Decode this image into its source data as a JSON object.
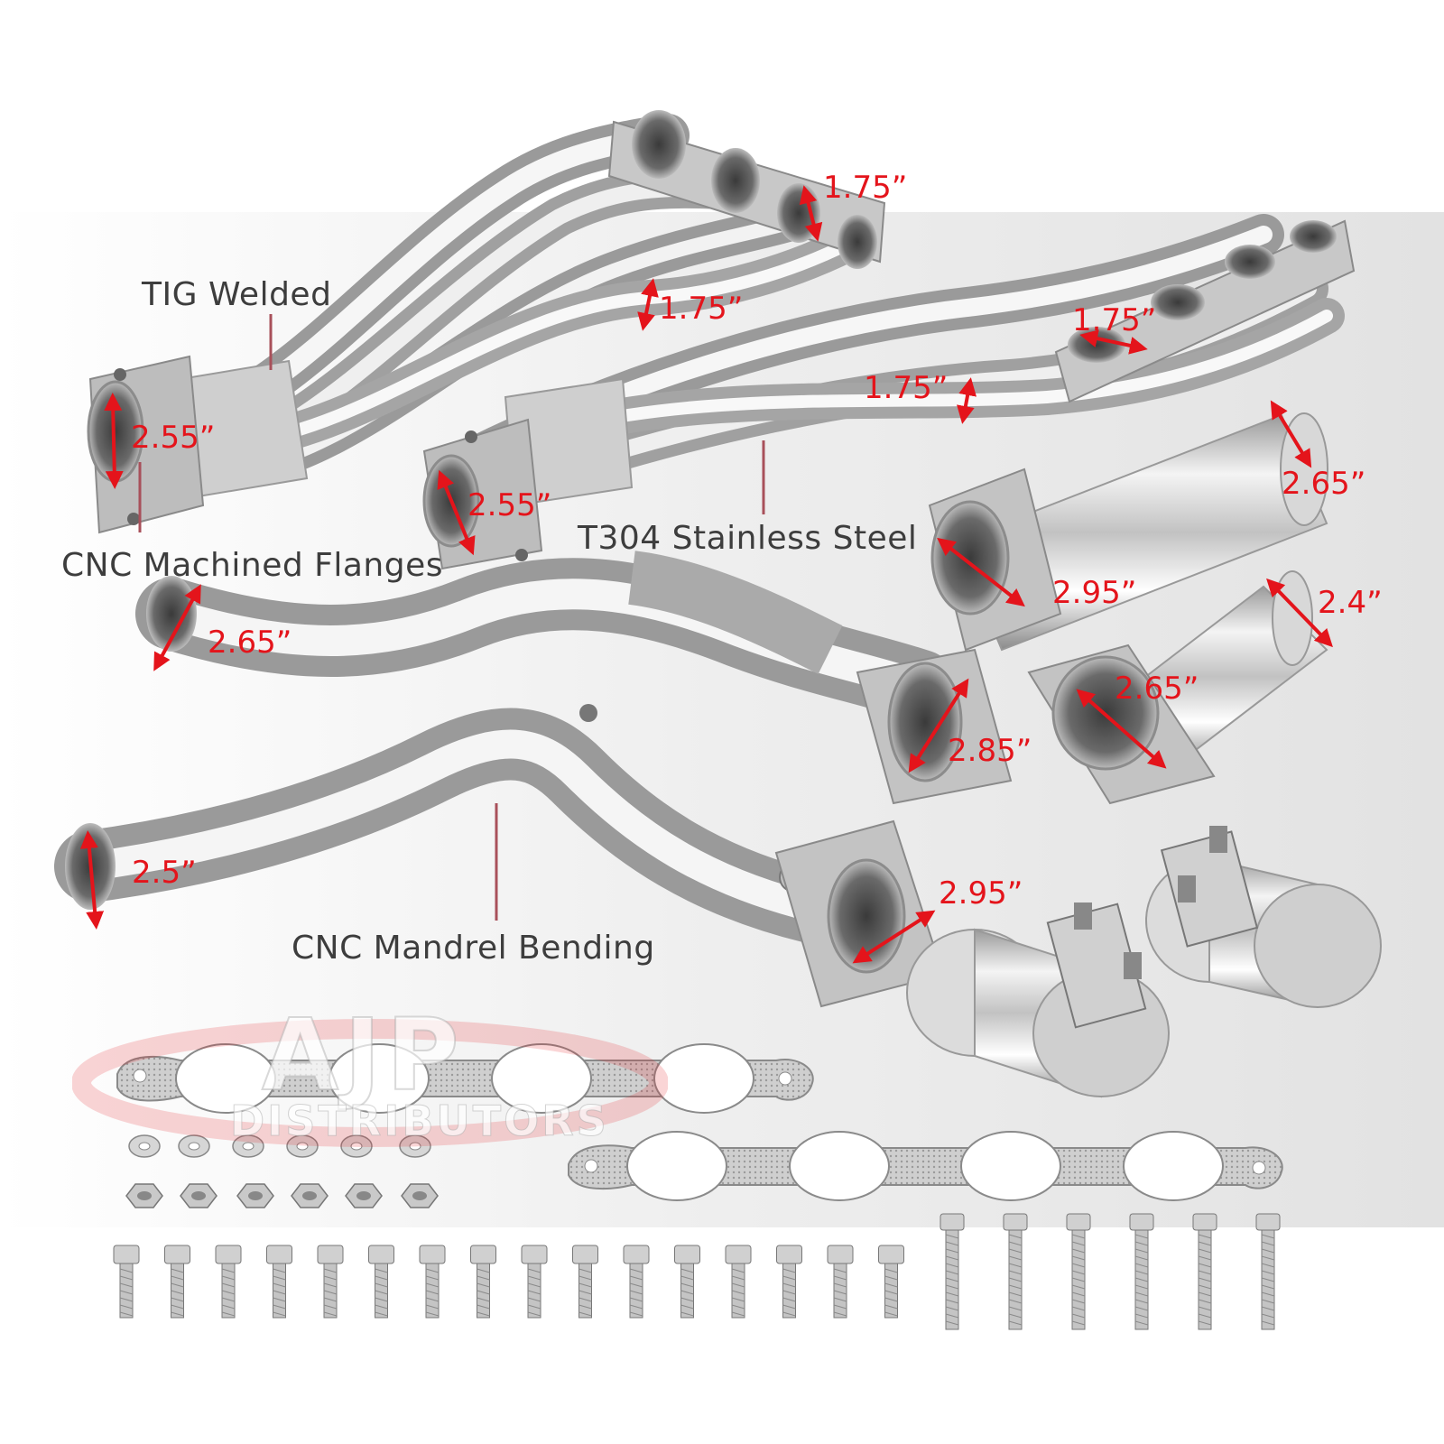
{
  "callouts": {
    "tig_welded": "TIG Welded",
    "cnc_flanges": "CNC Machined Flanges",
    "t304": "T304 Stainless Steel",
    "mandrel": "CNC Mandrel Bending"
  },
  "dimensions": {
    "d1": "1.75”",
    "d2": "1.75”",
    "d3": "1.75”",
    "d4": "1.75”",
    "d5": "2.55”",
    "d6": "2.55”",
    "d7": "2.65”",
    "d8": "2.95”",
    "d9": "2.4”",
    "d10": "2.65”",
    "d11": "2.65”",
    "d12": "2.85”",
    "d13": "2.5”",
    "d14": "2.95”"
  },
  "logo": {
    "letters": "AJP",
    "subtitle": "DISTRIBUTORS"
  },
  "colors": {
    "dimension": "#e4141b",
    "callout_text": "#3d3d3d",
    "leader_line": "#a8505a",
    "background_panel": "#e6e6e6"
  }
}
